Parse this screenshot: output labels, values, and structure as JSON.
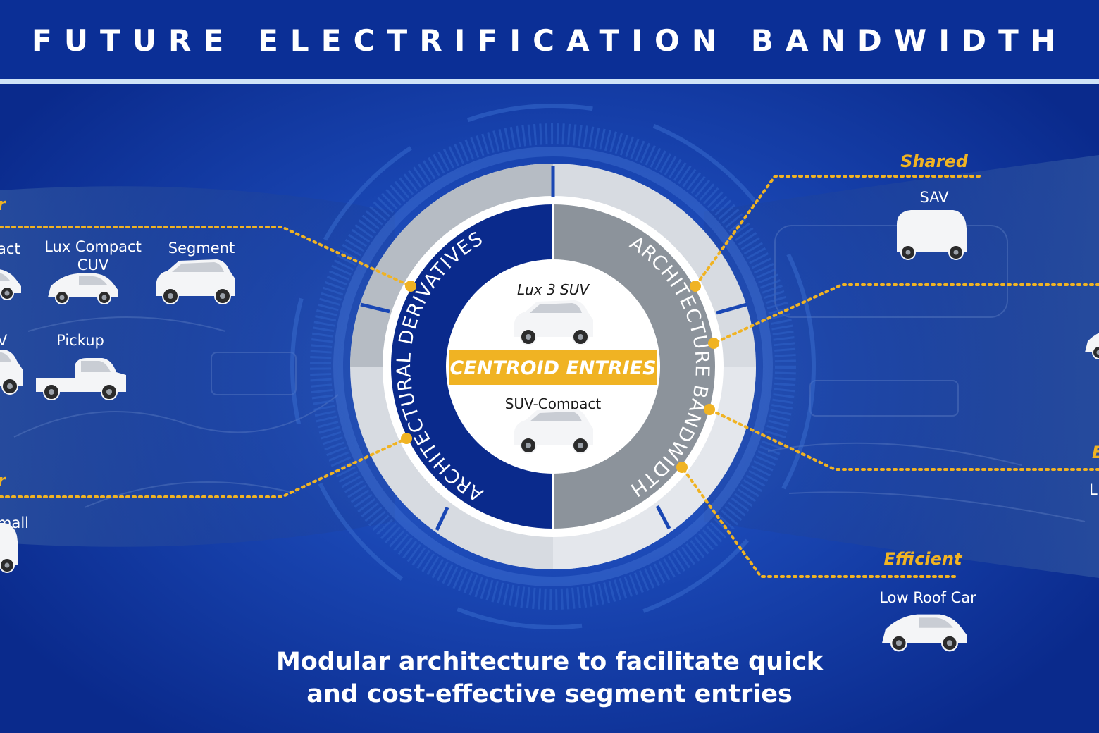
{
  "header": {
    "title": "FUTURE ELECTRIFICATION BANDWIDTH"
  },
  "center": {
    "top_vehicle": "Lux 3 SUV",
    "banner": "CENTROID ENTRIES",
    "bottom_vehicle": "SUV-Compact",
    "left_arc": "ARCHITECTURAL DERIVATIVES",
    "right_arc": "ARCHITECTURE BANDWIDTH"
  },
  "left_panel": {
    "label_a_partial": "r",
    "label_b_partial": "r",
    "vehicles": {
      "compact_partial": "act",
      "lux_compact_cuv_line1": "Lux Compact",
      "lux_compact_cuv_line2": "CUV",
      "segment": "Segment",
      "v_partial": "V",
      "pickup": "Pickup",
      "small_partial": "mall"
    }
  },
  "right_panel": {
    "shared_label": "Shared",
    "sav": "SAV",
    "e_partial": "E",
    "l_partial": "L",
    "efficient_label": "Efficient",
    "low_roof_car": "Low Roof Car"
  },
  "footer": {
    "line1": "Modular architecture to facilitate quick",
    "line2": "and cost-effective segment entries"
  },
  "colors": {
    "background": "#0a2a8c",
    "header": "#0b2f96",
    "accent_gold": "#f0b323",
    "left_half": "#0a2a8c",
    "right_half": "#8c939b",
    "ring_light": "#e4e7ec",
    "ring_mid": "#b6bcc4"
  },
  "icons": [
    "suv-icon",
    "cuv-icon",
    "pickup-icon",
    "van-icon",
    "car-icon"
  ]
}
